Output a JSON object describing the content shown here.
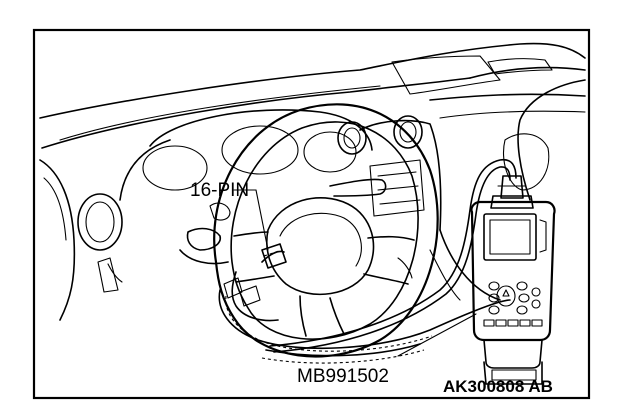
{
  "labels": {
    "connector": "16-PIN",
    "tool_part_number": "MB991502",
    "figure_code": "AK300808 AB"
  },
  "colors": {
    "line": "#000000",
    "background": "#ffffff"
  }
}
